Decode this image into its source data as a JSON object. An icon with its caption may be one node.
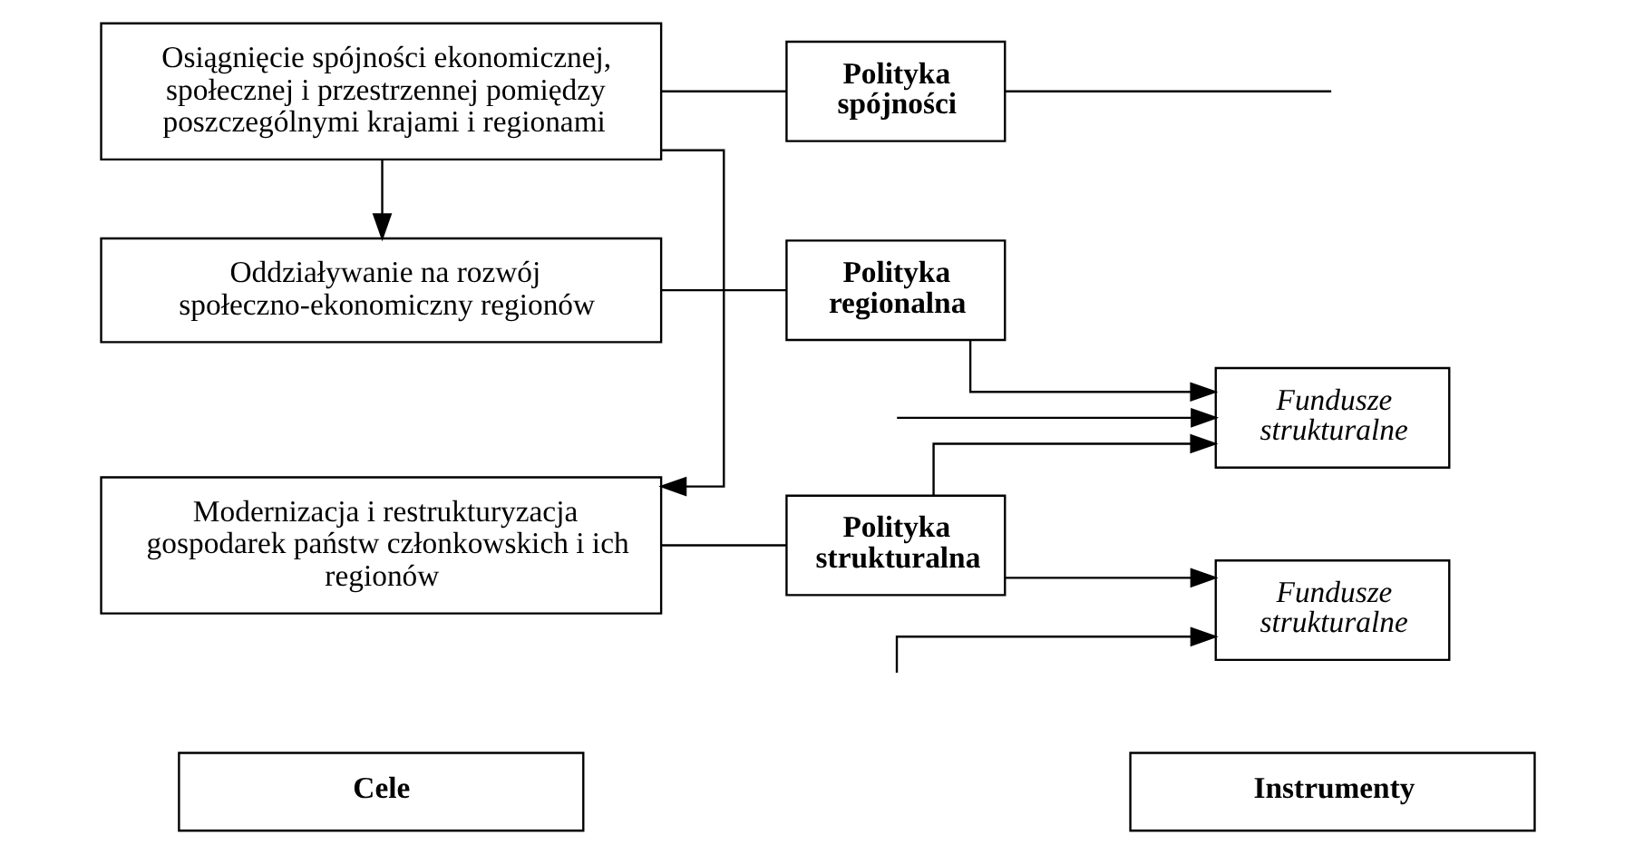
{
  "diagram": {
    "nodes": [
      {
        "text": [
          "Cele"
        ]
      },
      {
        "text": [
          "Instrumenty"
        ]
      },
      {
        "text": [
          "Osiągnięcie spójności ekonomicznej, społecznej i przestrzennej pomiędzy poszczególnymi krajami i regionami"
        ]
      },
      {
        "text": [
          "Polityka spójności"
        ]
      },
      {
        "text": [
          "Oddziaływanie na rozwój społeczno-ekonomiczny regionów"
        ]
      },
      {
        "text": [
          "Polityka regionalna"
        ]
      },
      {
        "text": [
          "Fundusze strukturalne"
        ]
      },
      {
        "text": [
          "Modernizacja i restrukturyzacja gospodarek państw członkowskich i ich regionów"
        ]
      },
      {
        "text": [
          "Polityka strukturalna"
        ]
      },
      {
        "text": [
          "Fundusze strukturalne"
        ]
      }
    ],
    "edges": [
      {
        "from": 2,
        "to": 3,
        "arrow": "none"
      },
      {
        "from": 3,
        "to": null,
        "arrow": "none"
      },
      {
        "from": 2,
        "to": 4,
        "arrow": "to"
      },
      {
        "from": 2,
        "to": 7,
        "arrow": "to"
      },
      {
        "from": 4,
        "to": 5,
        "arrow": "none"
      },
      {
        "from": 5,
        "to": 6,
        "arrow": "to"
      },
      {
        "from": 7,
        "to": 8,
        "arrow": "none"
      },
      {
        "from": 8,
        "to": 6,
        "arrow": "to"
      },
      {
        "from": 8,
        "to": 9,
        "arrow": "to"
      },
      {
        "from": null,
        "to": 6,
        "arrow": "to"
      },
      {
        "from": null,
        "to": 9,
        "arrow": "to"
      }
    ]
  }
}
